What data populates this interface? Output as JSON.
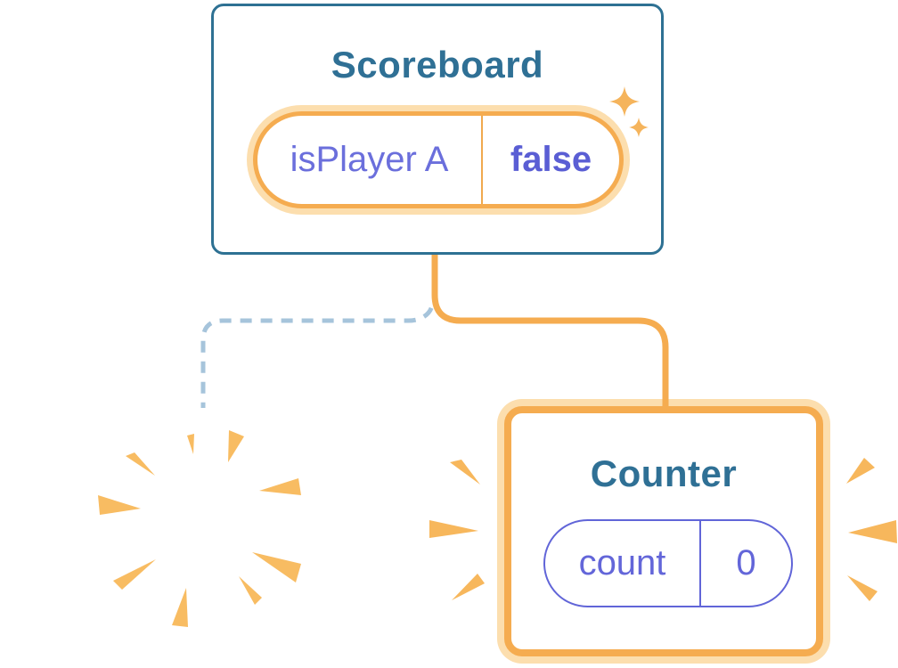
{
  "scoreboard": {
    "title": "Scoreboard",
    "state_pill": {
      "label": "isPlayer A",
      "value": "false"
    }
  },
  "counter": {
    "title": "Counter",
    "state_pill": {
      "label": "count",
      "value": "0"
    }
  },
  "icons": {
    "sparkles": "sparkles-icon",
    "poof_burst": "poof-burst-icon",
    "emphasis_left": "emphasis-marks-left-icon",
    "emphasis_right": "emphasis-marks-right-icon"
  },
  "connectors": {
    "active_branch": {
      "style": "solid",
      "color": "#F5AC50"
    },
    "removed_branch": {
      "style": "dashed",
      "color": "#A6C4DB"
    }
  },
  "colors": {
    "component_border_teal": "#2E7193",
    "title_text_teal": "#2F7095",
    "state_label_purple": "#6B6FDC",
    "state_value_purple": "#5A5ED4",
    "pill_border_purple": "#6165D8",
    "highlight_orange": "#F5AC50",
    "highlight_orange_light": "#FCDEAE",
    "burst_orange": "#F8BC62",
    "background": "#FFFFFF"
  }
}
